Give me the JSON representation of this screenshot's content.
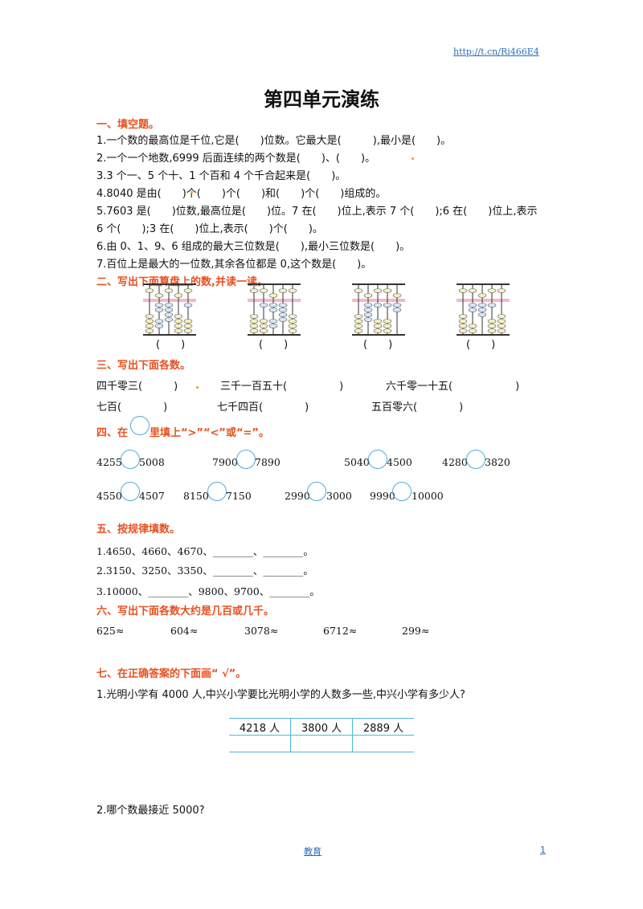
{
  "header": {
    "url": "http://t.cn/Ri466E4"
  },
  "title": "第四单元演练",
  "s1": {
    "heading": "一、填空题。",
    "q1": "1.一个数的最高位是千位,它是(　　)位数。它最大是(　　　),最小是(　　)。",
    "q2": "2.一个一个地数,6999 后面连续的两个数是(　　)、(　　)。",
    "q3": "3.3 个一、5 个十、1 个百和 4 个千合起来是(　　)。",
    "q4": "4.8040 是由(　　)个(　　)个(　　)和(　　)个(　　)组成的。",
    "q5a": "5.7603 是(　　)位数,最高位是(　　)位。7 在(　　)位上,表示 7 个(　　);6 在(　　)位上,表示",
    "q5b": "6 个(　　);3 在(　　)位上,表示(　　)个(　　)。",
    "q6": "6.由 0、1、9、6 组成的最大三位数是(　　),最小三位数是(　　)。",
    "q7": "7.百位上是最大的一位数,其余各位都是 0,这个数是(　　)。"
  },
  "s2": {
    "heading": "二、写出下面算盘上的数,并读一读。",
    "paren": "(　　)"
  },
  "s3": {
    "heading": "三、写出下面各数。",
    "items": [
      "四千零三(　　　)",
      "三千一百五十(　　　　　)",
      "六千零一十五(　　　　　　)",
      "七百(　　　　)",
      "七千四百(　　　　)",
      "五百零六(　　　　)"
    ]
  },
  "s4": {
    "heading_a": "四、在",
    "heading_b": "里填上“>”“<”或“=”。",
    "row1": [
      [
        "4255",
        "5008"
      ],
      [
        "7900",
        "7890"
      ],
      [
        "5040",
        "4500"
      ],
      [
        "4280",
        "3820"
      ]
    ],
    "row2": [
      [
        "4550",
        "4507"
      ],
      [
        "8150",
        "7150"
      ],
      [
        "2990",
        "3000"
      ],
      [
        "9990",
        "10000"
      ]
    ]
  },
  "s5": {
    "heading": "五、按规律填数。",
    "q1": "1.4650、4660、4670、________、________。",
    "q2": "2.3150、3250、3350、________、________。",
    "q3": "3.10000、________、9800、9700、________。"
  },
  "s6": {
    "heading": "六、写出下面各数大约是几百或几千。",
    "items": [
      "625≈",
      "604≈",
      "3078≈",
      "6712≈",
      "299≈"
    ]
  },
  "s7": {
    "heading": "七、在正确答案的下面画“ √”。",
    "q1": "1.光明小学有 4000 人,中兴小学要比光明小学的人数多一些,中兴小学有多少人?",
    "options": [
      "4218 人",
      "3800 人",
      "2889 人"
    ],
    "q2": "2.哪个数最接近 5000?"
  },
  "footer": {
    "center": "教育",
    "page": "1"
  },
  "colors": {
    "heading": "#e8501f",
    "circle": "#4fa8dc",
    "link": "#2b6db8"
  }
}
